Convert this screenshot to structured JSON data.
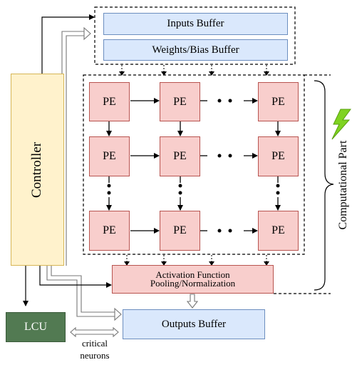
{
  "buffers": {
    "inputs": "Inputs Buffer",
    "weights": "Weights/Bias Buffer",
    "outputs": "Outputs Buffer"
  },
  "pe": {
    "label": "PE"
  },
  "controller": {
    "label": "Controller"
  },
  "activation": {
    "line1": "Activation Function",
    "line2": "Pooling/Normalization"
  },
  "lcu": {
    "label": "LCU"
  },
  "critical": {
    "line1": "critical",
    "line2": "neurons"
  },
  "computational_part": {
    "label": "Computational Part"
  },
  "colors": {
    "buffer_fill": "#dae8fc",
    "pe_fill": "#f8cecc",
    "controller_fill": "#fff2cc",
    "lcu_fill": "#527a52",
    "power_icon": "#7fd321"
  },
  "icons": {
    "power": "lightning-bolt-icon"
  }
}
